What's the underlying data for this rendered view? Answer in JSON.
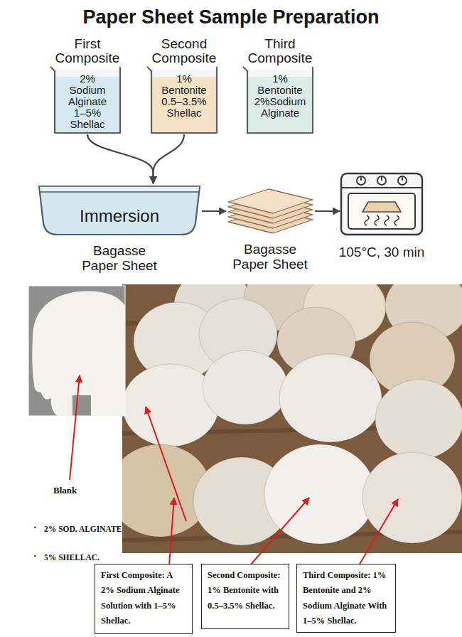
{
  "diagram": {
    "title": "Paper Sheet Sample Preparation",
    "nodes": [
      {
        "text": [
          "First Composite",
          "2% Sodium Alginate 1–5% Shellac"
        ]
      },
      {
        "text": [
          "Second Composite",
          "1% Bentonite 0.5–3.5% Shellac"
        ]
      },
      {
        "text": [
          "Third Composite",
          "1% Bentonite 2%Sodium Alginate"
        ]
      },
      {
        "text": [
          "Immersion",
          "Bagasse Paper Sheet"
        ]
      },
      {
        "text": [
          "Bagasse Paper Sheet"
        ]
      },
      {
        "text": [
          "105°C, 30 min"
        ]
      },
      {
        "text": [
          "First Composite: A 2% Sodium Alginate Solution with 1–5% Shellac."
        ]
      },
      {
        "text": [
          "Second Composite: 1% Bentonite with 0.5–3.5% Shellac."
        ]
      },
      {
        "text": [
          "Third Composite: 1% Bentonite and 2% Sodium Alginate With 1–5% Shellac."
        ]
      }
    ],
    "edges": [
      {
        "from": 0,
        "to": 3,
        "arrow": "to"
      },
      {
        "from": 1,
        "to": 3,
        "arrow": "to"
      },
      {
        "from": 3,
        "to": 4,
        "arrow": "to"
      },
      {
        "from": 4,
        "to": 5,
        "arrow": "to"
      }
    ],
    "labels": [
      "Blank",
      "·",
      "2% SOD. ALGINATE",
      "·",
      "5% SHELLAC."
    ]
  }
}
